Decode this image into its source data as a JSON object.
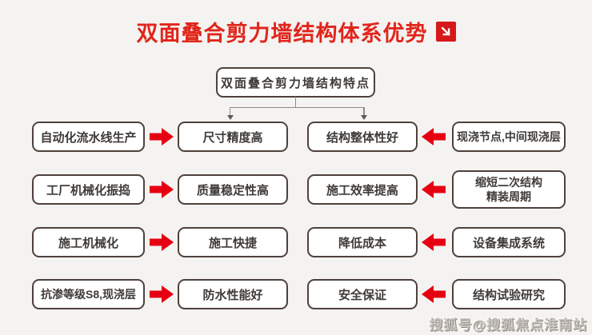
{
  "page": {
    "title": "双面叠合剪力墙结构体系优势",
    "watermark": "搜狐号@搜狐焦点淮南站",
    "colors": {
      "background": "#f4f3f1",
      "title_red": "#e1251b",
      "arrow_red": "#e60012",
      "box_border": "#4e413c",
      "connector_gray": "#8f8a85"
    },
    "icons": {
      "title_icon": "arrow-down-right-icon",
      "flow_arrow_right": "red-arrow-right-icon",
      "flow_arrow_left": "red-arrow-left-icon"
    }
  },
  "diagram": {
    "root_label": "双面叠合剪力墙结构特点",
    "rows": [
      {
        "left_source": "自动化流水线生产",
        "left_feature": "尺寸精度高",
        "right_feature": "结构整体性好",
        "right_source": "现浇节点,中间现浇层"
      },
      {
        "left_source": "工厂机械化振捣",
        "left_feature": "质量稳定性高",
        "right_feature": "施工效率提高",
        "right_source": "缩短二次结构\n精装周期"
      },
      {
        "left_source": "施工机械化",
        "left_feature": "施工快捷",
        "right_feature": "降低成本",
        "right_source": "设备集成系统"
      },
      {
        "left_source": "抗渗等级S8,现浇层",
        "left_feature": "防水性能好",
        "right_feature": "安全保证",
        "right_source": "结构试验研究"
      }
    ]
  }
}
